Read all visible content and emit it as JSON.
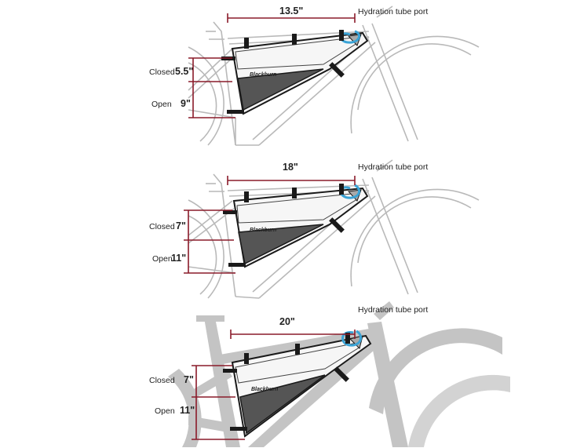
{
  "colors": {
    "dimension": "#8a1b2a",
    "frame_outline": "#b9b9b9",
    "frame_fill_dark": "#c4c4c4",
    "bag_shadow": "#555555",
    "hydration": "#3aa3d6",
    "strap": "#1a1a1a"
  },
  "panels": [
    {
      "length_label": "13.5\"",
      "port_label": "Hydration tube port",
      "closed_label": "Closed",
      "closed_value": "5.5\"",
      "open_label": "Open",
      "open_value": "9\"",
      "brand": "Blackburn",
      "style": "outline"
    },
    {
      "length_label": "18\"",
      "port_label": "Hydration tube port",
      "closed_label": "Closed",
      "closed_value": "7\"",
      "open_label": "Open",
      "open_value": "11\"",
      "brand": "Blackburn",
      "style": "outline"
    },
    {
      "length_label": "20\"",
      "port_label": "Hydration tube port",
      "closed_label": "Closed",
      "closed_value": "7\"",
      "open_label": "Open",
      "open_value": "11\"",
      "brand": "Blackburn",
      "style": "filled"
    }
  ]
}
